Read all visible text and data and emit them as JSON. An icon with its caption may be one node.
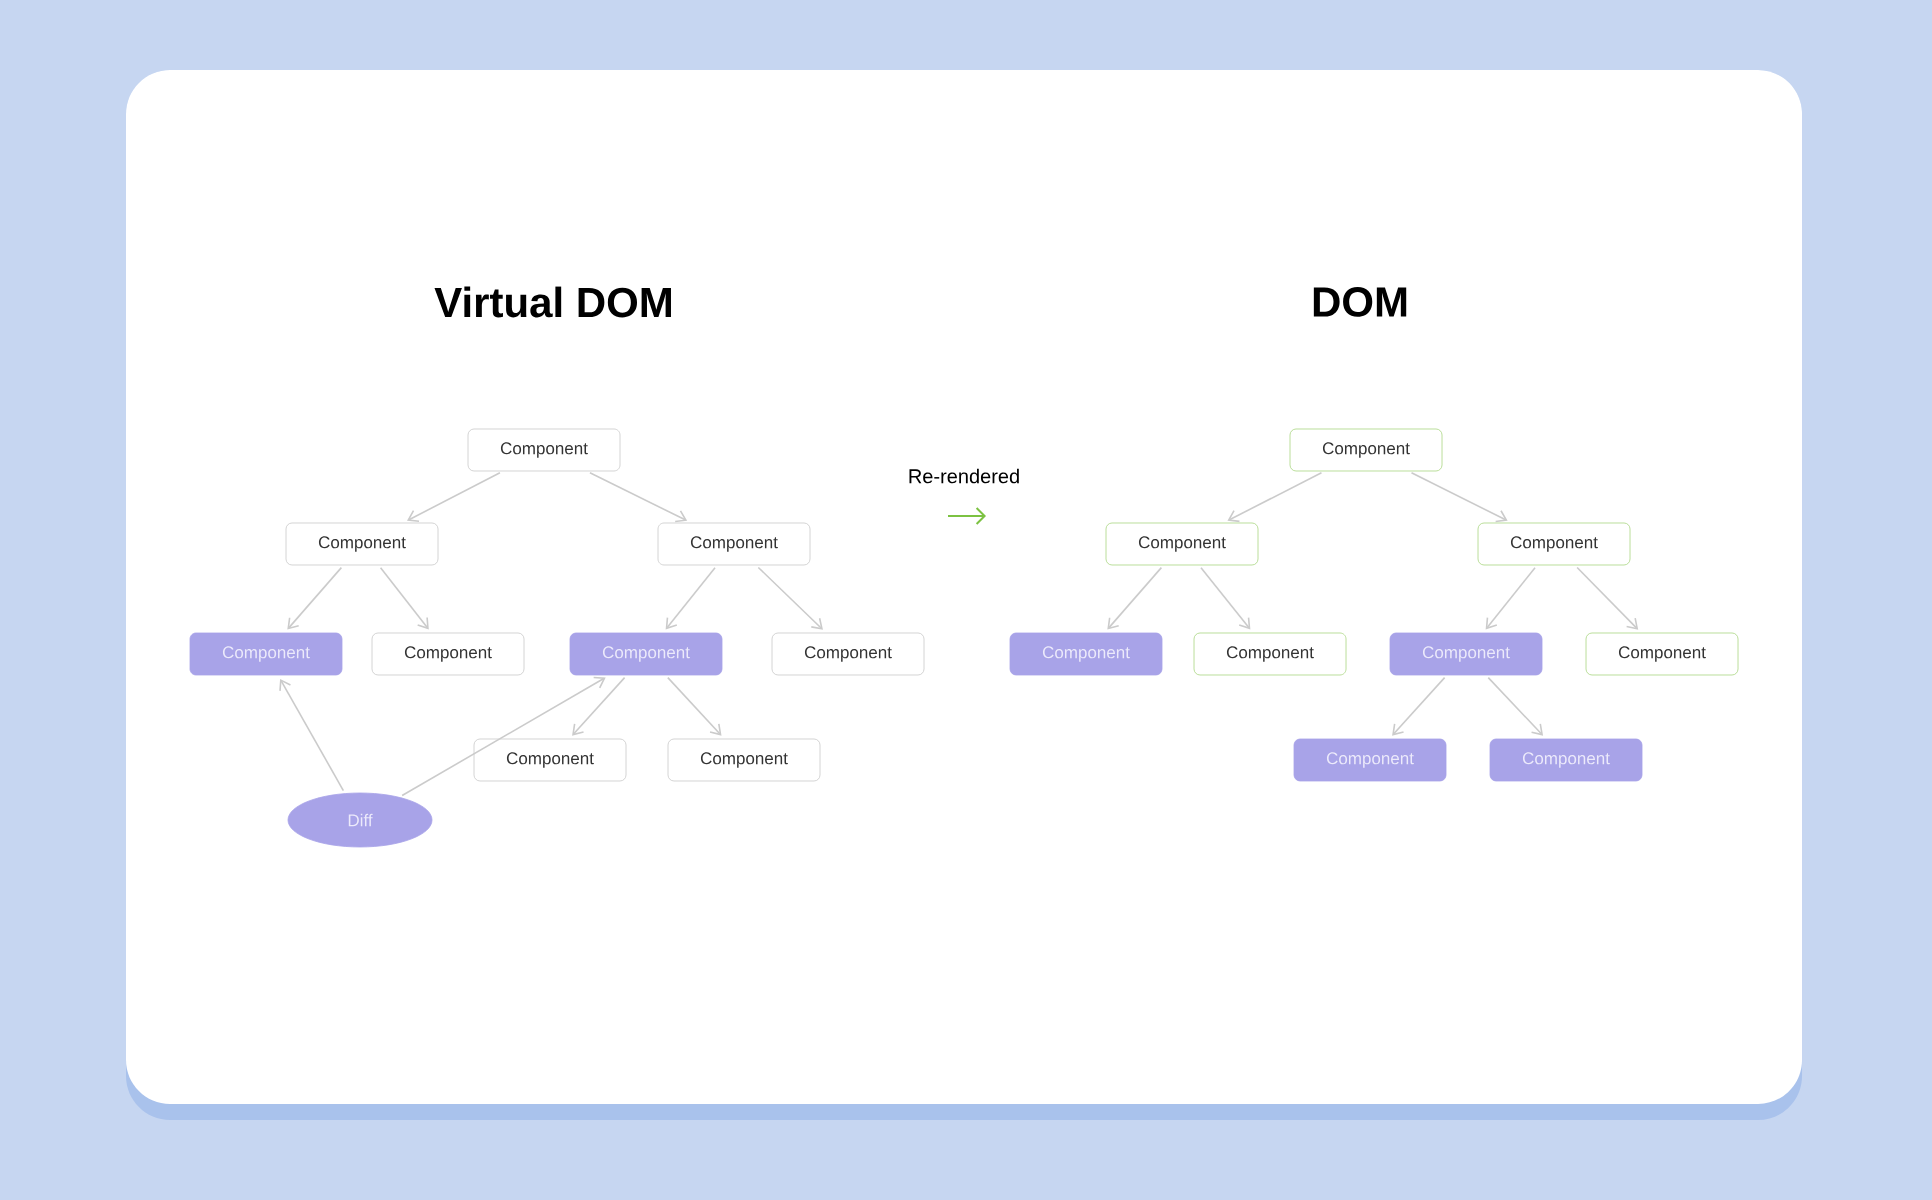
{
  "diagram": {
    "nodes": [
      {
        "text": [
          "Component"
        ]
      },
      {
        "text": [
          "Component"
        ]
      },
      {
        "text": [
          "Component"
        ]
      },
      {
        "text": [
          "Component"
        ]
      },
      {
        "text": [
          "Component"
        ]
      },
      {
        "text": [
          "Component"
        ]
      },
      {
        "text": [
          "Component"
        ]
      },
      {
        "text": [
          "Component"
        ]
      },
      {
        "text": [
          "Component"
        ]
      },
      {
        "text": [
          "Diff"
        ]
      },
      {
        "text": [
          "Component"
        ]
      },
      {
        "text": [
          "Component"
        ]
      },
      {
        "text": [
          "Component"
        ]
      },
      {
        "text": [
          "Component"
        ]
      },
      {
        "text": [
          "Component"
        ]
      },
      {
        "text": [
          "Component"
        ]
      },
      {
        "text": [
          "Component"
        ]
      },
      {
        "text": [
          "Component"
        ]
      },
      {
        "text": [
          "Component"
        ]
      }
    ],
    "edges": [
      {
        "from": 0,
        "to": 1,
        "arrow": "to"
      },
      {
        "from": 0,
        "to": 2,
        "arrow": "to"
      },
      {
        "from": 1,
        "to": 3,
        "arrow": "to"
      },
      {
        "from": 1,
        "to": 4,
        "arrow": "to"
      },
      {
        "from": 2,
        "to": 5,
        "arrow": "to"
      },
      {
        "from": 2,
        "to": 6,
        "arrow": "to"
      },
      {
        "from": 5,
        "to": 7,
        "arrow": "to"
      },
      {
        "from": 5,
        "to": 8,
        "arrow": "to"
      },
      {
        "from": 9,
        "to": 3,
        "arrow": "to"
      },
      {
        "from": 9,
        "to": 5,
        "arrow": "to"
      },
      {
        "from": 10,
        "to": 11,
        "arrow": "to"
      },
      {
        "from": 10,
        "to": 12,
        "arrow": "to"
      },
      {
        "from": 11,
        "to": 13,
        "arrow": "to"
      },
      {
        "from": 11,
        "to": 14,
        "arrow": "to"
      },
      {
        "from": 12,
        "to": 15,
        "arrow": "to"
      },
      {
        "from": 12,
        "to": 16,
        "arrow": "to"
      },
      {
        "from": 15,
        "to": 17,
        "arrow": "to"
      },
      {
        "from": 15,
        "to": 18,
        "arrow": "to"
      }
    ],
    "labels": [
      "Virtual DOM",
      "DOM",
      "Re-rendered"
    ]
  }
}
